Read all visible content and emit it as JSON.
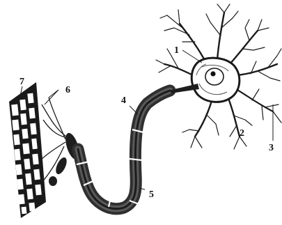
{
  "labels": {
    "l1": "1",
    "l2": "2",
    "l3": "3",
    "l4": "4",
    "l5": "5",
    "l6": "6",
    "l7": "7"
  },
  "colors": {
    "ink": "#111111",
    "membrane": "#2a2a2a",
    "sheath": "#3a3a3a",
    "muscle_cell": "#ffffff"
  }
}
